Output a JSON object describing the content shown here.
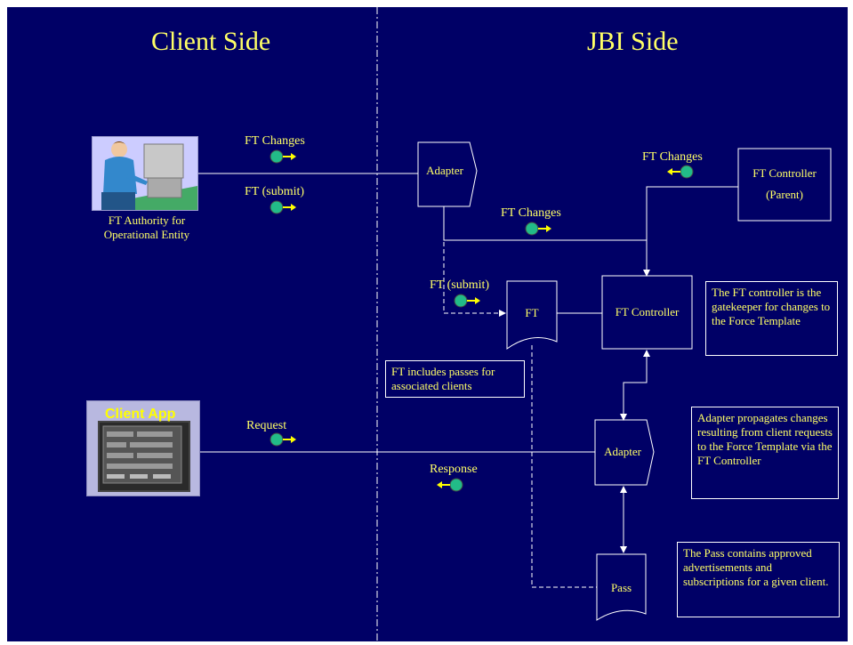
{
  "titles": {
    "client_side": "Client Side",
    "jbi_side": "JBI Side"
  },
  "actors": {
    "ft_authority_line1": "FT Authority for",
    "ft_authority_line2": "Operational Entity",
    "client_app": "Client App"
  },
  "nodes": {
    "adapter_top": "Adapter",
    "adapter_bottom": "Adapter",
    "ft_controller_parent_line1": "FT Controller",
    "ft_controller_parent_line2": "(Parent)",
    "ft_controller": "FT Controller",
    "ft_doc": "FT",
    "pass_doc": "Pass"
  },
  "messages": {
    "ft_changes_client": "FT Changes",
    "ft_submit_client": "FT (submit)",
    "ft_changes_parent": "FT Changes",
    "ft_changes_mid": "FT Changes",
    "ft_submit_jbi": "FT (submit)",
    "request": "Request",
    "response": "Response"
  },
  "notes": {
    "gatekeeper": "The FT controller is the gatekeeper for changes to the Force Template",
    "passes": "FT includes passes for associated clients",
    "adapter_propagates": "Adapter propagates changes resulting from client requests to the Force Template via the FT Controller",
    "pass_contains": "The Pass contains approved advertisements and subscriptions for a given client."
  },
  "colors": {
    "background": "#000066",
    "text": "#ffff66",
    "token": "#22bb88"
  }
}
